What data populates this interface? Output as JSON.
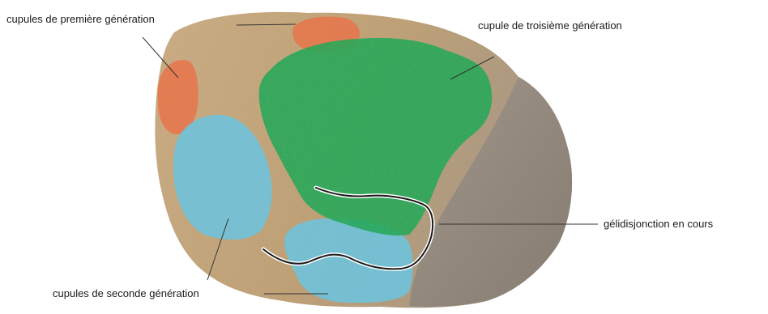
{
  "labels": {
    "first_generation": "cupules de première génération",
    "third_generation": "cupule de troisième génération",
    "second_generation": "cupules de seconde génération",
    "frost_split": "gélidisjonction en cours"
  },
  "colors": {
    "first_generation": "#e8744a",
    "second_generation": "#6fc2da",
    "third_generation": "#22b35a",
    "rock_light": "#d9b88a",
    "rock_dark": "#8e8a86",
    "crack_line": "#ffffff"
  }
}
